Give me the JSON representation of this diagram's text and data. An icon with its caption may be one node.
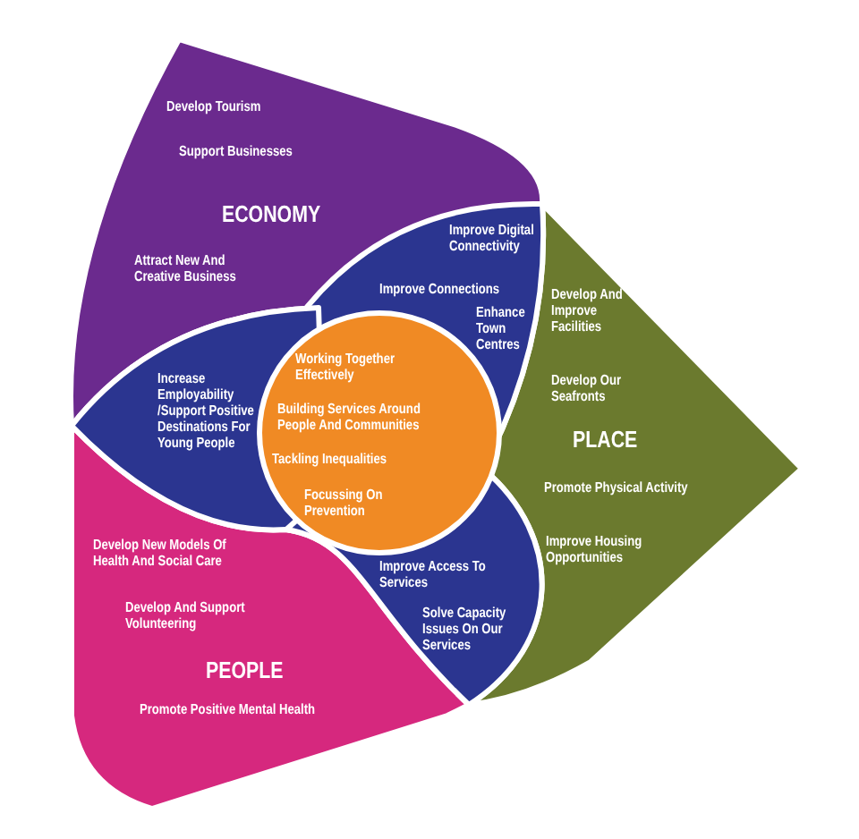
{
  "diagram": {
    "nodes": [
      {
        "text": [
          "Develop Tourism",
          "Support Businesses",
          "ECONOMY",
          "Attract New And Creative Business"
        ]
      },
      {
        "text": [
          "Improve Digital Connectivity",
          "Improve Connections",
          "Enhance Town Centres"
        ]
      },
      {
        "text": [
          "Increase Employability /Support Positive Destinations For Young People"
        ]
      },
      {
        "text": [
          "Working Together Effectively",
          "Building Services Around People And Communities",
          "Tackling Inequalities",
          "Focussing On Prevention"
        ]
      },
      {
        "text": [
          "Develop And Improve Facilities",
          "Develop Our Seafronts",
          "PLACE",
          "Promote Physical Activity",
          "Improve Housing Opportunities"
        ]
      },
      {
        "text": [
          "Develop New Models Of Health And Social Care",
          "Develop And Support Volunteering",
          "PEOPLE",
          "Promote Positive Mental Health"
        ]
      },
      {
        "text": [
          "Improve Access To Services",
          "Solve Capacity Issues On Our Services"
        ]
      }
    ]
  }
}
